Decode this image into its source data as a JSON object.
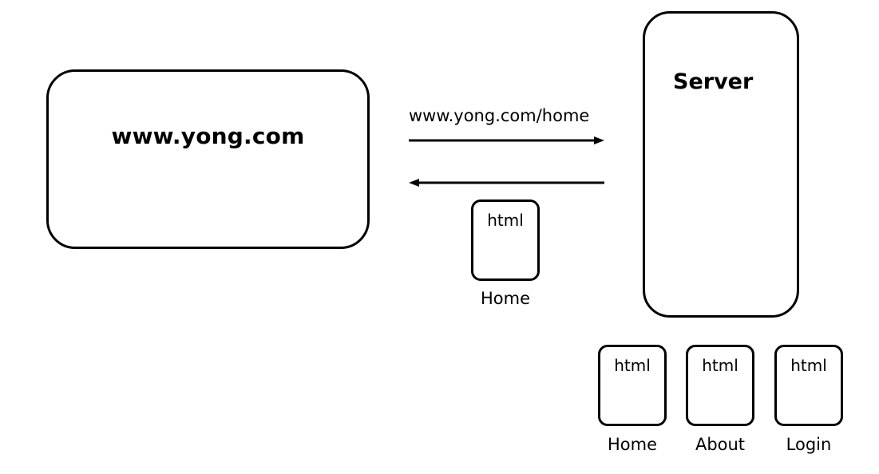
{
  "client": {
    "title": "www.yong.com"
  },
  "server": {
    "title": "Server"
  },
  "request": {
    "url": "www.yong.com/home"
  },
  "response": {
    "doc_label": "html",
    "caption": "Home"
  },
  "server_files": [
    {
      "doc_label": "html",
      "caption": "Home"
    },
    {
      "doc_label": "html",
      "caption": "About"
    },
    {
      "doc_label": "html",
      "caption": "Login"
    }
  ]
}
